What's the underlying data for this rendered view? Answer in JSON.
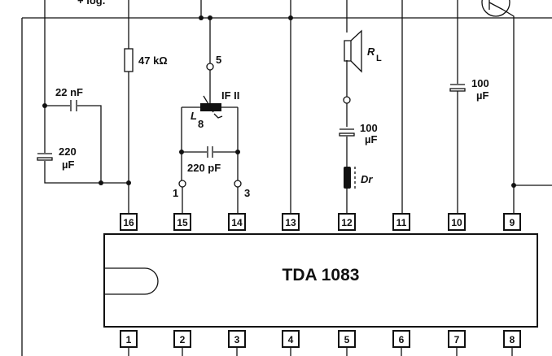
{
  "ic": {
    "name": "TDA 1083",
    "top_pins": [
      "16",
      "15",
      "14",
      "13",
      "12",
      "11",
      "10",
      "9"
    ],
    "bottom_pins": [
      "1",
      "2",
      "3",
      "4",
      "5",
      "6",
      "7",
      "8"
    ]
  },
  "labels": {
    "supply": "+ log.",
    "c_22n": "22 nF",
    "c_220u_a": "220",
    "c_220u_b": "µF",
    "r_47k": "47 kΩ",
    "if_terminal_5": "5",
    "if_name": "IF II",
    "coil": "L",
    "coil_sub": "8",
    "c_220p": "220 pF",
    "if_terminal_1": "1",
    "if_terminal_3": "3",
    "speaker": "R",
    "speaker_sub": "L",
    "c_100u_a": "100",
    "c_100u_b": "µF",
    "choke": "Dr",
    "c_100u2_a": "100",
    "c_100u2_b": "µF"
  }
}
